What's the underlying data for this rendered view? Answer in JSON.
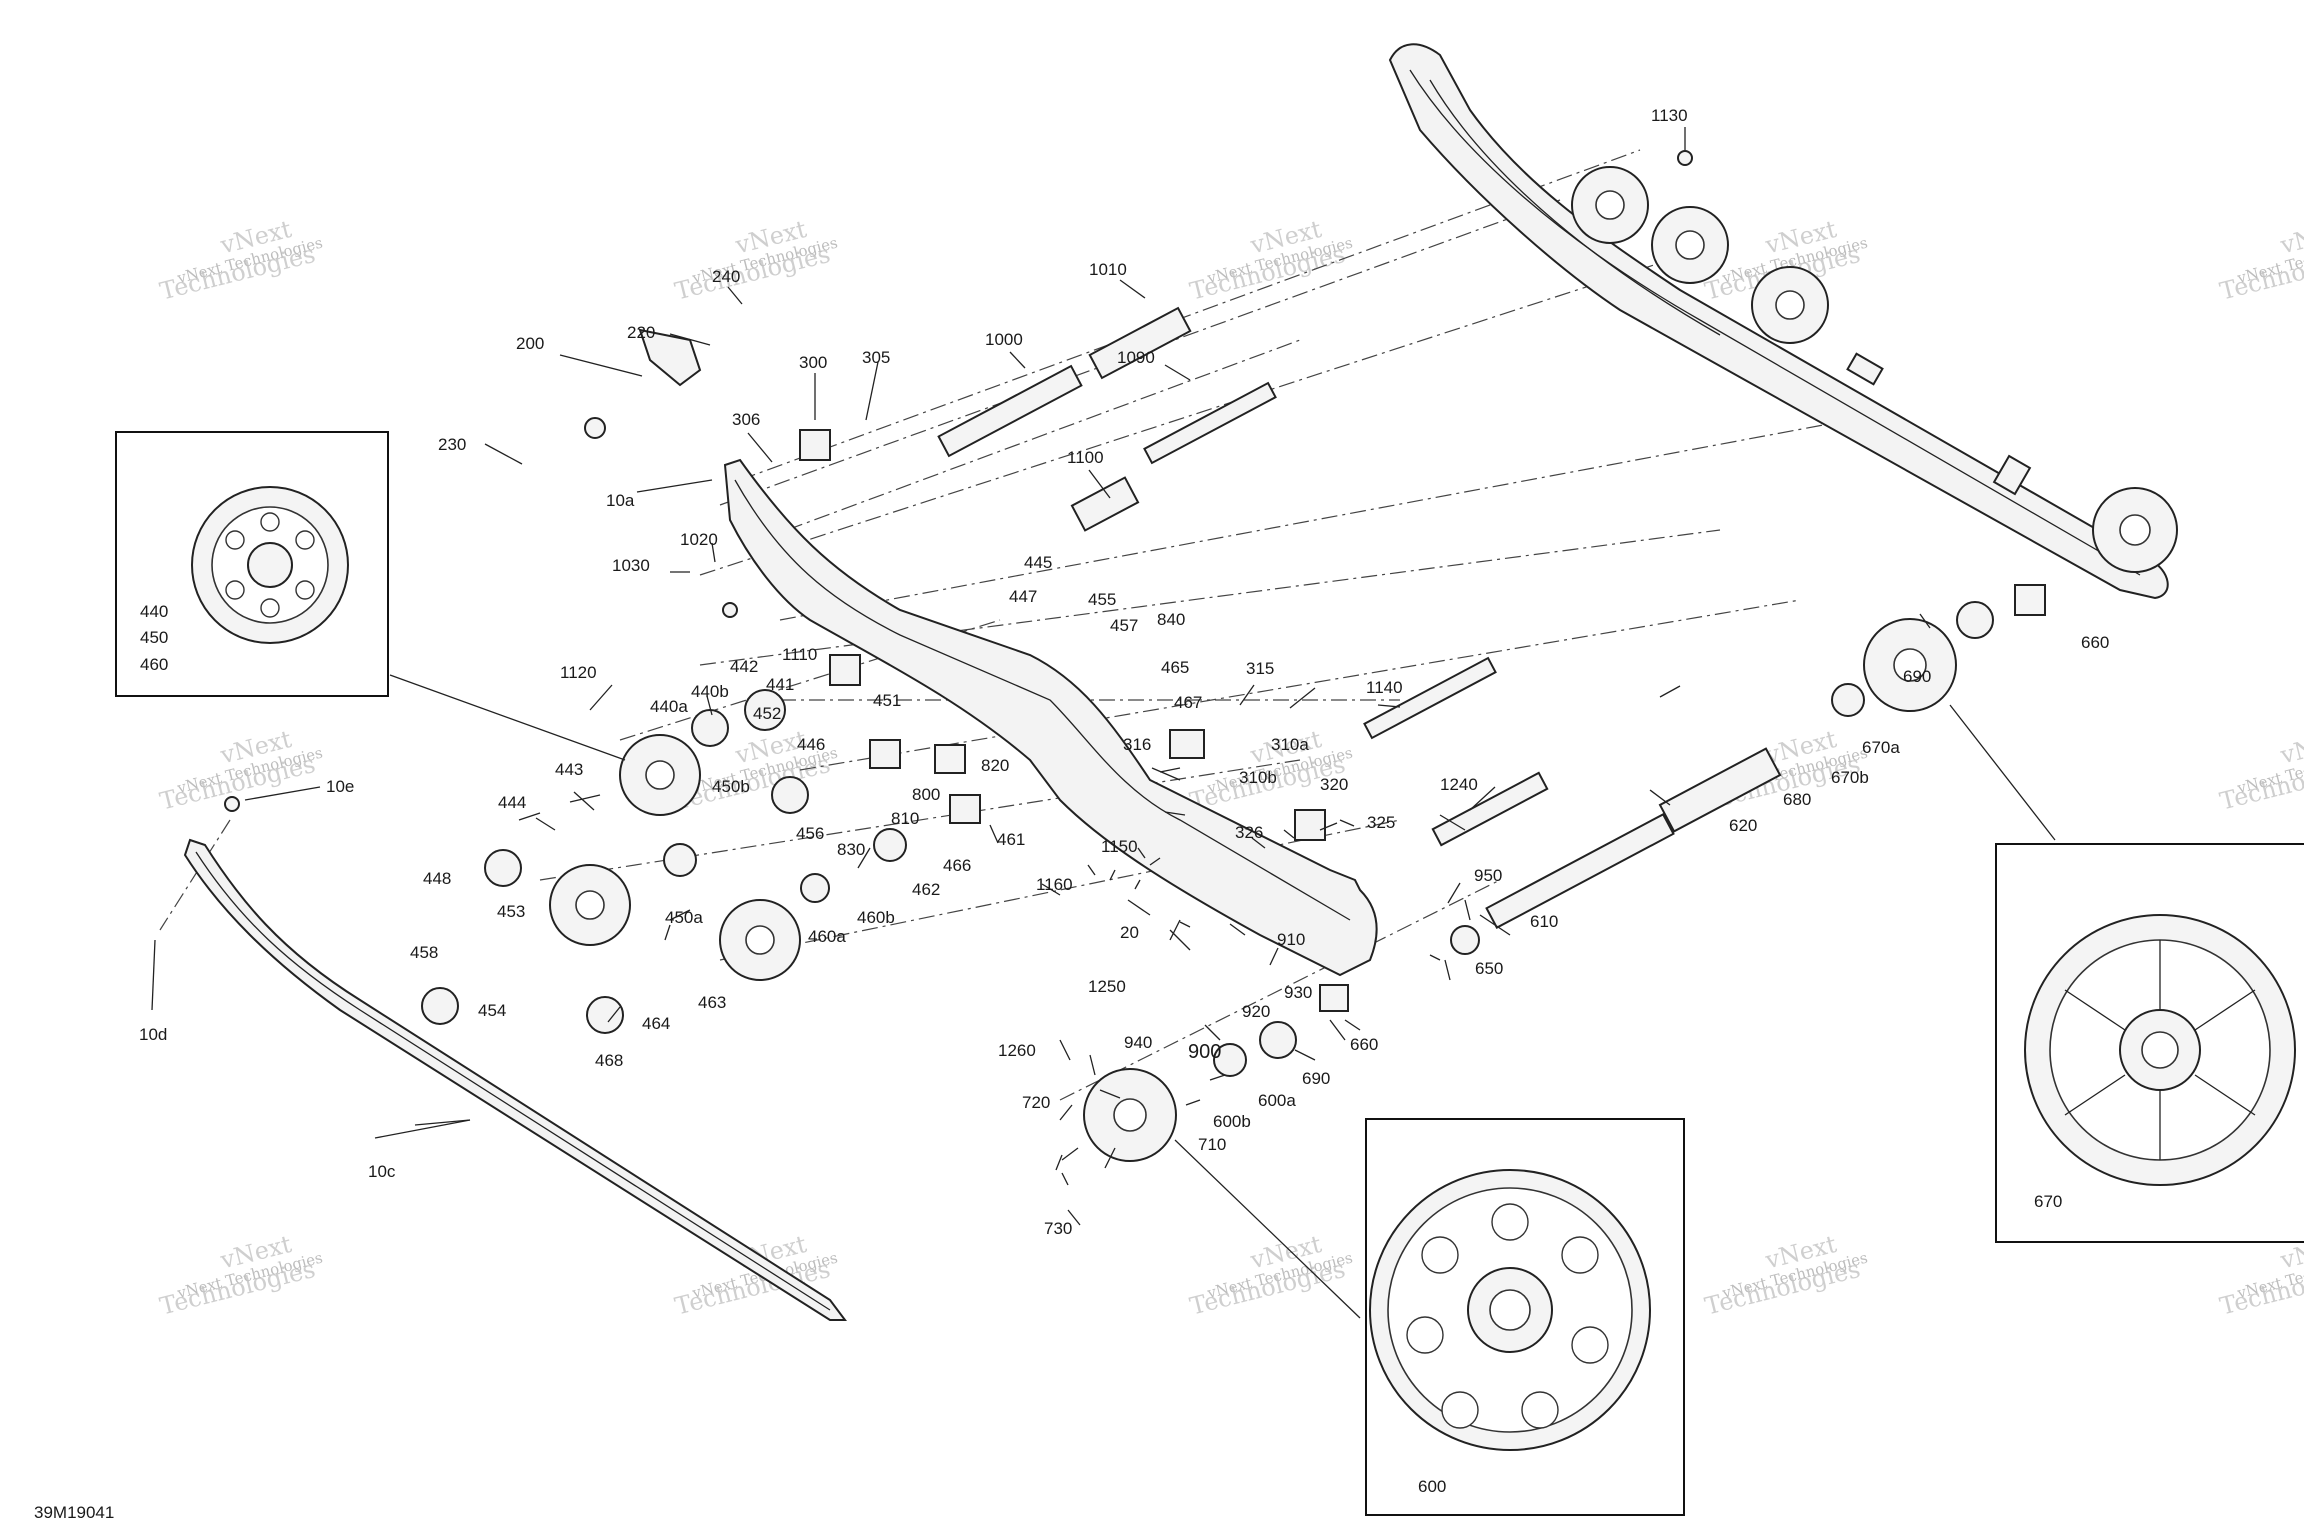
{
  "diagram": {
    "drawing_code": "39M19041",
    "watermark_line1": "vNext",
    "watermark_line2": "Technologies",
    "watermark_full": "vNext Technologies",
    "labels": [
      {
        "id": "1130",
        "text": "1130"
      },
      {
        "id": "240",
        "text": "240"
      },
      {
        "id": "220",
        "text": "220"
      },
      {
        "id": "200",
        "text": "200"
      },
      {
        "id": "300",
        "text": "300"
      },
      {
        "id": "305",
        "text": "305"
      },
      {
        "id": "1010",
        "text": "1010"
      },
      {
        "id": "1000",
        "text": "1000"
      },
      {
        "id": "1090",
        "text": "1090"
      },
      {
        "id": "306",
        "text": "306"
      },
      {
        "id": "230",
        "text": "230"
      },
      {
        "id": "10a",
        "text": "10a"
      },
      {
        "id": "1100",
        "text": "1100"
      },
      {
        "id": "1020",
        "text": "1020"
      },
      {
        "id": "1030",
        "text": "1030"
      },
      {
        "id": "445",
        "text": "445"
      },
      {
        "id": "447",
        "text": "447"
      },
      {
        "id": "455",
        "text": "455"
      },
      {
        "id": "457",
        "text": "457"
      },
      {
        "id": "840",
        "text": "840"
      },
      {
        "id": "1110",
        "text": "1110"
      },
      {
        "id": "465",
        "text": "465"
      },
      {
        "id": "315",
        "text": "315"
      },
      {
        "id": "1140",
        "text": "1140"
      },
      {
        "id": "660a",
        "text": "660"
      },
      {
        "id": "690a",
        "text": "690"
      },
      {
        "id": "1120",
        "text": "1120"
      },
      {
        "id": "442",
        "text": "442"
      },
      {
        "id": "440b",
        "text": "440b"
      },
      {
        "id": "441",
        "text": "441"
      },
      {
        "id": "440a",
        "text": "440a"
      },
      {
        "id": "451",
        "text": "451"
      },
      {
        "id": "467",
        "text": "467"
      },
      {
        "id": "452",
        "text": "452"
      },
      {
        "id": "446",
        "text": "446"
      },
      {
        "id": "316",
        "text": "316"
      },
      {
        "id": "310a",
        "text": "310a"
      },
      {
        "id": "310b",
        "text": "310b"
      },
      {
        "id": "670a",
        "text": "670a"
      },
      {
        "id": "670b",
        "text": "670b"
      },
      {
        "id": "820",
        "text": "820"
      },
      {
        "id": "443",
        "text": "443"
      },
      {
        "id": "10e",
        "text": "10e"
      },
      {
        "id": "450b",
        "text": "450b"
      },
      {
        "id": "800",
        "text": "800"
      },
      {
        "id": "320",
        "text": "320"
      },
      {
        "id": "680",
        "text": "680"
      },
      {
        "id": "1240",
        "text": "1240"
      },
      {
        "id": "444",
        "text": "444"
      },
      {
        "id": "456",
        "text": "456"
      },
      {
        "id": "810",
        "text": "810"
      },
      {
        "id": "325",
        "text": "325"
      },
      {
        "id": "461",
        "text": "461"
      },
      {
        "id": "326",
        "text": "326"
      },
      {
        "id": "620",
        "text": "620"
      },
      {
        "id": "830",
        "text": "830"
      },
      {
        "id": "1150",
        "text": "1150"
      },
      {
        "id": "466",
        "text": "466"
      },
      {
        "id": "448",
        "text": "448"
      },
      {
        "id": "462",
        "text": "462"
      },
      {
        "id": "950",
        "text": "950"
      },
      {
        "id": "1160",
        "text": "1160"
      },
      {
        "id": "453",
        "text": "453"
      },
      {
        "id": "450a",
        "text": "450a"
      },
      {
        "id": "460b",
        "text": "460b"
      },
      {
        "id": "460a",
        "text": "460a"
      },
      {
        "id": "610",
        "text": "610"
      },
      {
        "id": "20",
        "text": "20"
      },
      {
        "id": "910",
        "text": "910"
      },
      {
        "id": "458",
        "text": "458"
      },
      {
        "id": "650",
        "text": "650"
      },
      {
        "id": "454",
        "text": "454"
      },
      {
        "id": "463",
        "text": "463"
      },
      {
        "id": "1250",
        "text": "1250"
      },
      {
        "id": "930",
        "text": "930"
      },
      {
        "id": "464",
        "text": "464"
      },
      {
        "id": "920",
        "text": "920"
      },
      {
        "id": "660b",
        "text": "660"
      },
      {
        "id": "10d",
        "text": "10d"
      },
      {
        "id": "1260",
        "text": "1260"
      },
      {
        "id": "940",
        "text": "940"
      },
      {
        "id": "900",
        "text": "900"
      },
      {
        "id": "690b",
        "text": "690"
      },
      {
        "id": "468",
        "text": "468"
      },
      {
        "id": "600a",
        "text": "600a"
      },
      {
        "id": "720",
        "text": "720"
      },
      {
        "id": "600b",
        "text": "600b"
      },
      {
        "id": "710",
        "text": "710"
      },
      {
        "id": "730",
        "text": "730"
      },
      {
        "id": "10c",
        "text": "10c"
      },
      {
        "id": "440",
        "text": "440"
      },
      {
        "id": "450",
        "text": "450"
      },
      {
        "id": "460",
        "text": "460"
      },
      {
        "id": "670",
        "text": "670"
      },
      {
        "id": "600",
        "text": "600"
      }
    ]
  }
}
